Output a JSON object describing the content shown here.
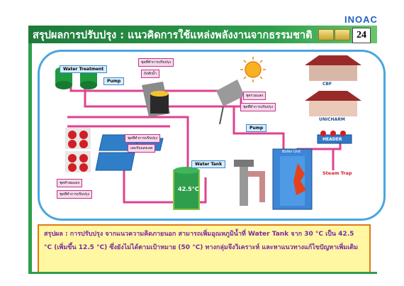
{
  "brand": "INOAC",
  "title": "สรุปผลการปรับปรุง : แนวคิดการใช้แหล่งพลังงานจากธรรมชาติ",
  "page_number": "24",
  "labels": {
    "water_treatment": "Water Treatment",
    "pump_top": "Pump",
    "pump_right": "Pump",
    "roof_tank": "ถังพักน้ำ",
    "solar": "ชุดรวมแสง",
    "solar_cells": "แผงรับแสงเลส",
    "hot_water_coils": "ชุดทำลมแดง",
    "water_tank": "Water Tank",
    "tank_temp": "42.5°C",
    "boiler_unit": "Boiler Unit",
    "cbf": "CBF",
    "unicharm": "UNICHARM",
    "header": "HEADER",
    "steam_trap": "Steam Trap"
  },
  "improvement_tags": {
    "tag1": "ชุดที่ทำการปรับปรุง",
    "tag2": "ชุดที่ทำการปรับปรุง",
    "tag3": "ชุดที่ทำการปรับปรุง",
    "tag4": "ชุดที่ทำการปรับปรุง"
  },
  "summary": {
    "text": "สรุปผล : การปรับปรุง จากแนวความคิดภายนอก สามารถเพิ่มอุณหภูมิน้ำที่ Water Tank จาก 30 °C เป็น 42.5 °C (เพิ่มขึ้น 12.5 °C) ซึ่งยังไม่ได้ตามเป้าหมาย (50 °C) ทางกลุ่มจึงวิเคราะห์ และหาแนวทางแก้ไขปัญหาเพิ่มเติม"
  },
  "colors": {
    "title_green": "#2f9e4c",
    "pipe_pink": "#e0428f",
    "panel_border": "#4aa6df",
    "summary_bg": "#fff7a1",
    "summary_text": "#7a2aa3"
  }
}
